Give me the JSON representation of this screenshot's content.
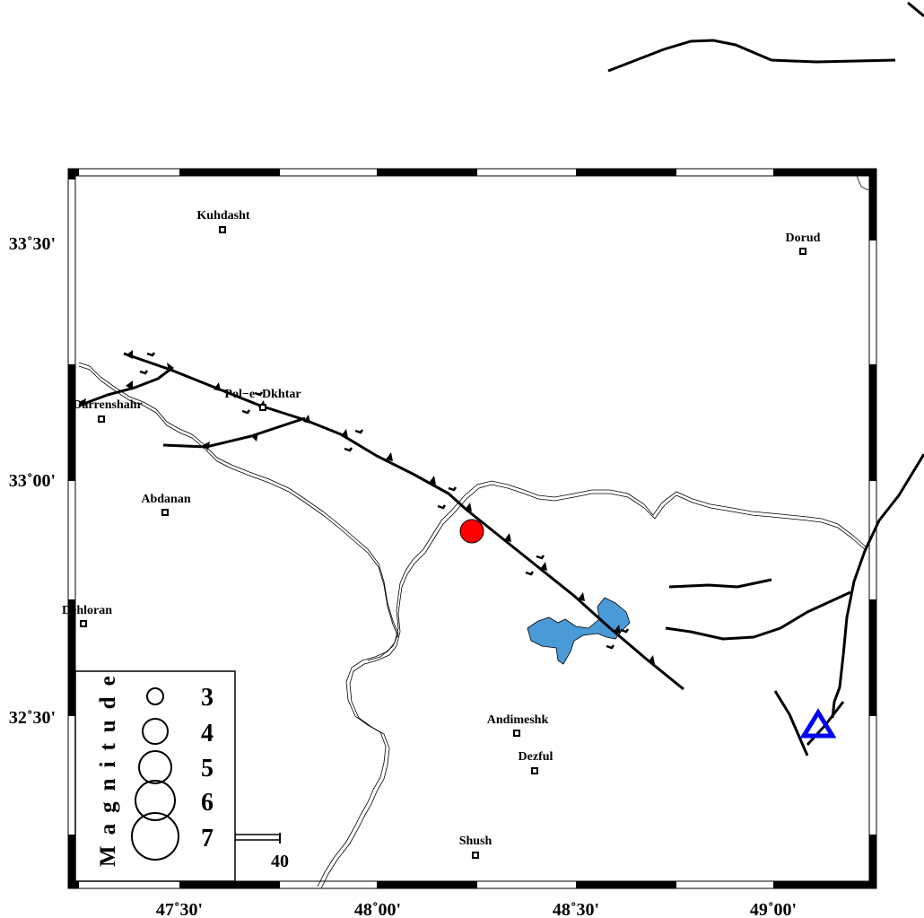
{
  "map": {
    "lat_labels": [
      {
        "id": "lat-33-30",
        "text": "33˚30'"
      },
      {
        "id": "lat-33-00",
        "text": "33˚00'"
      },
      {
        "id": "lat-32-30",
        "text": "32˚30'"
      }
    ],
    "lon_labels": [
      {
        "id": "lon-47-30",
        "text": "47˚30'"
      },
      {
        "id": "lon-48-00",
        "text": "48˚00'"
      },
      {
        "id": "lon-48-30",
        "text": "48˚30'"
      },
      {
        "id": "lon-49-00",
        "text": "49˚00'"
      }
    ],
    "cities": [
      {
        "id": "kuhdasht",
        "name": "Kuhdasht"
      },
      {
        "id": "dorud",
        "name": "Dorud"
      },
      {
        "id": "pol-e-dokhtar",
        "name": "Pol−e−Dkhtar"
      },
      {
        "id": "darrehshahr",
        "name": "Darrenshahr"
      },
      {
        "id": "abdanan",
        "name": "Abdanan"
      },
      {
        "id": "dehloran",
        "name": "Dehloran"
      },
      {
        "id": "andimeshk",
        "name": "Andimeshk"
      },
      {
        "id": "dezful",
        "name": "Dezful"
      },
      {
        "id": "shush",
        "name": "Shush"
      }
    ],
    "epicenter_color": "#ff0000",
    "station_color": "#0000ff",
    "lake_color": "#4a9ad8",
    "scale_bar_label": "40"
  },
  "legend": {
    "title": "Magnitude",
    "magnitudes": [
      "3",
      "4",
      "5",
      "6",
      "7"
    ]
  }
}
